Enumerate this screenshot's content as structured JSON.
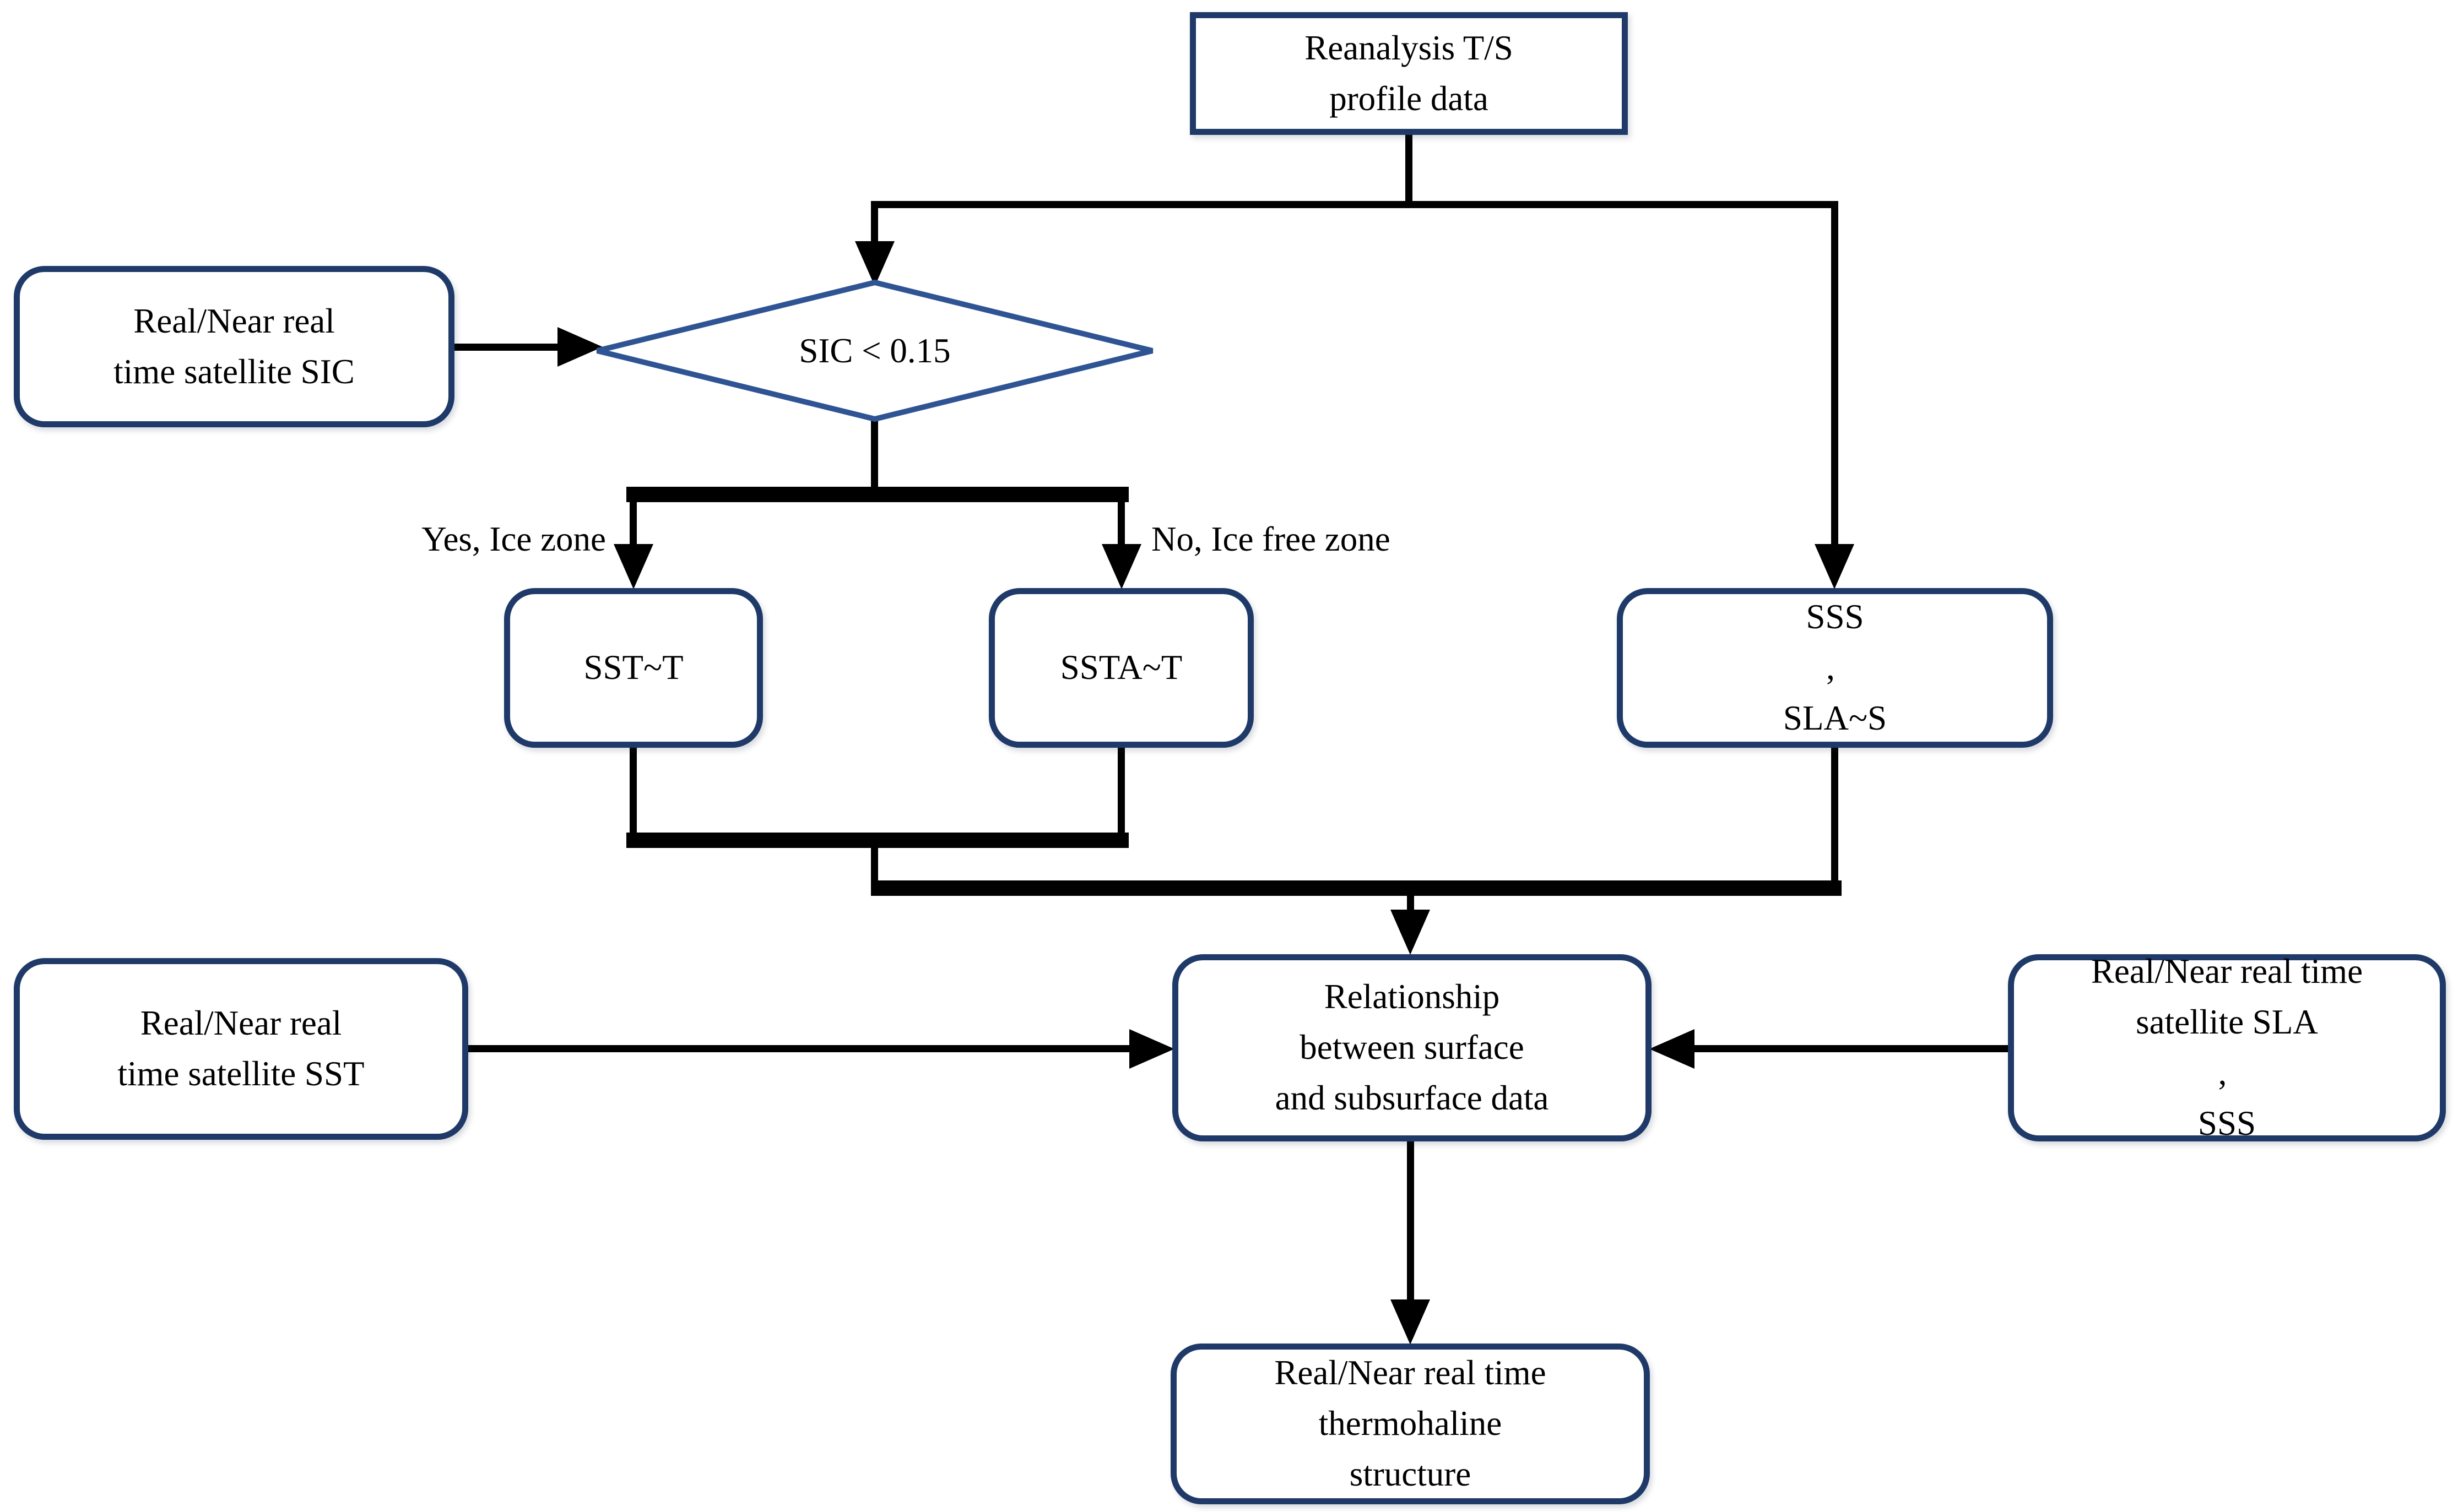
{
  "nodes": {
    "reanalysis": {
      "lines": [
        "Reanalysis T/S",
        "profile data"
      ],
      "shape": "rectangle"
    },
    "satellite_sic": {
      "lines": [
        "Real/Near real",
        "time satellite SIC"
      ],
      "shape": "rounded-rectangle"
    },
    "sic_decision": {
      "label": "SIC < 0.15",
      "shape": "diamond"
    },
    "sst_t": {
      "label": "SST~T",
      "shape": "rounded-rectangle"
    },
    "ssta_t": {
      "label": "SSTA~T",
      "shape": "rounded-rectangle"
    },
    "sss_sla_s": {
      "label": "SSS、SLA~S",
      "shape": "rounded-rectangle"
    },
    "relationship": {
      "lines": [
        "Relationship",
        "between surface",
        "and subsurface data"
      ],
      "shape": "rounded-rectangle"
    },
    "satellite_sst": {
      "lines": [
        "Real/Near real",
        "time satellite SST"
      ],
      "shape": "rounded-rectangle"
    },
    "satellite_sla_sss": {
      "lines": [
        "Real/Near real time",
        "satellite SLA、SSS"
      ],
      "shape": "rounded-rectangle"
    },
    "thermohaline": {
      "lines": [
        "Real/Near real time",
        "thermohaline",
        "structure"
      ],
      "shape": "rounded-rectangle"
    }
  },
  "branch_labels": {
    "yes": "Yes, Ice zone",
    "no": "No, Ice free zone"
  },
  "edges": [
    {
      "from": "reanalysis",
      "to": "sic_decision"
    },
    {
      "from": "reanalysis",
      "to": "sss_sla_s"
    },
    {
      "from": "satellite_sic",
      "to": "sic_decision"
    },
    {
      "from": "sic_decision",
      "to": "sst_t",
      "label": "Yes, Ice zone"
    },
    {
      "from": "sic_decision",
      "to": "ssta_t",
      "label": "No, Ice free zone"
    },
    {
      "from": "sst_t",
      "to": "relationship"
    },
    {
      "from": "ssta_t",
      "to": "relationship"
    },
    {
      "from": "sss_sla_s",
      "to": "relationship"
    },
    {
      "from": "satellite_sst",
      "to": "relationship"
    },
    {
      "from": "satellite_sla_sss",
      "to": "relationship"
    },
    {
      "from": "relationship",
      "to": "thermohaline"
    }
  ],
  "colors": {
    "box_border": "#1f3a68",
    "diamond_border": "#2f5494",
    "line": "#000000",
    "text": "#000000",
    "bg": "#ffffff"
  }
}
